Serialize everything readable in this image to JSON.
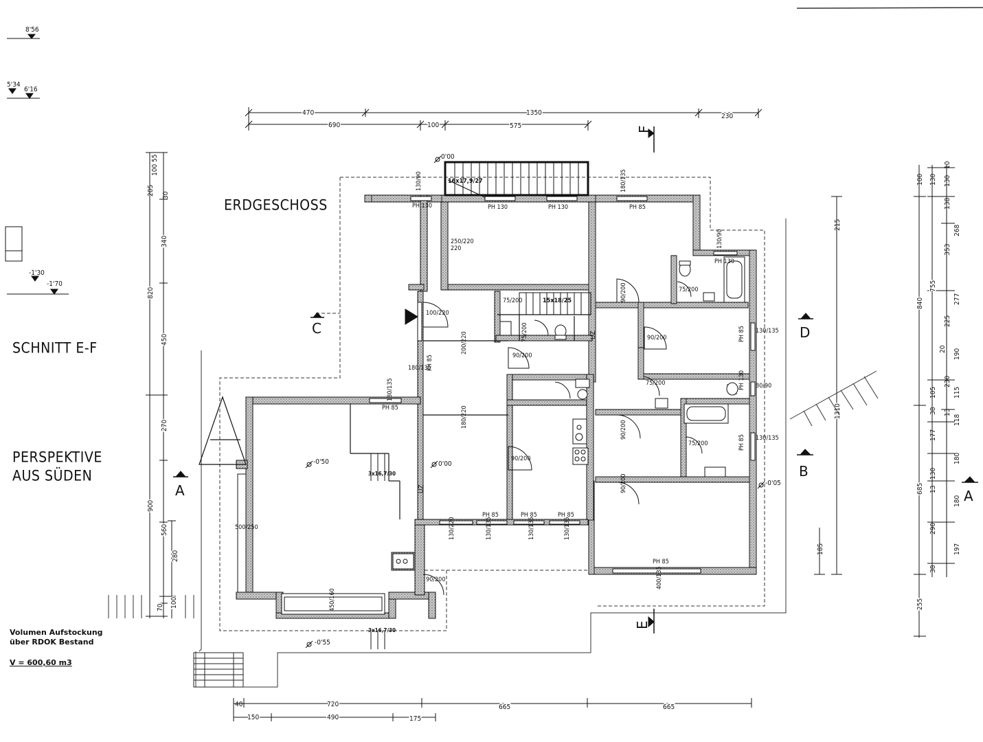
{
  "titles": {
    "floor": "ERDGESCHOSS",
    "section": "SCHNITT E-F",
    "perspective_line1": "PERSPEKTIVE",
    "perspective_line2": "AUS SÜDEN"
  },
  "volume_note": {
    "line1": "Volumen Aufstockung",
    "line2": "über RDOK Bestand",
    "value": "V = 600,60 m3"
  },
  "section_markers": {
    "a_left": "A",
    "a_right": "A",
    "b": "B",
    "c": "C",
    "d": "D",
    "e": "E",
    "f": "F"
  },
  "levels": {
    "l856": "8'56",
    "l534": "5'34",
    "l616": "6'16",
    "lm130": "-1'30",
    "lm170": "-1'70",
    "stair_top": "0'00",
    "hall": "0'00",
    "living": "-0'50",
    "terrace": "-0'55",
    "east": "-0'05"
  },
  "top_dimensions": {
    "row1": [
      "470",
      "1350",
      "230"
    ],
    "row2": [
      "690",
      "100",
      "575"
    ]
  },
  "bottom_dimensions": {
    "row1": [
      "40",
      "720",
      "665",
      "665"
    ],
    "row2": [
      "150",
      "490",
      "175"
    ]
  },
  "left_dimensions": {
    "outer": [
      "820",
      "900"
    ],
    "inner": [
      "340",
      "450",
      "270",
      "560",
      "280",
      "70",
      "100"
    ],
    "top": [
      "55",
      "100",
      "205",
      "30"
    ]
  },
  "right_dimensions": {
    "outer": [
      "840",
      "685",
      "255"
    ],
    "mid": [
      "755",
      "105",
      "38",
      "177",
      "130",
      "13",
      "290",
      "38",
      "130",
      "100",
      "130"
    ],
    "inner": [
      "10",
      "138",
      "268",
      "353",
      "277",
      "225",
      "20",
      "190",
      "230",
      "115",
      "13",
      "118",
      "180",
      "180",
      "197"
    ],
    "east_wing": [
      "215",
      "1310",
      "185"
    ]
  },
  "openings": {
    "ph130_a": "PH 130",
    "ph130_b": "PH 130",
    "ph130_c": "PH 130",
    "ph85_ne": "PH 85",
    "ph130_bath": "PH 130",
    "ph85_dining": "PH 85",
    "ph85_hall": "PH 85",
    "ph85_room_d": "PH 85",
    "ph85_ph130_e": "PH 130",
    "ph85_bath2": "PH 85",
    "ph85_s1": "PH 85",
    "ph85_s2": "PH 85",
    "ph85_s3": "PH 85",
    "ph85_se": "PH 85"
  },
  "stairs": {
    "main": "16x17,9/27",
    "inner": "15x18/25",
    "living": "3x16,7/30",
    "terrace": "3x16,7/30"
  },
  "door_sizes": [
    "130/90",
    "250/220",
    "180/135",
    "130/90",
    "75/200",
    "100/220",
    "75/200",
    "90/200",
    "200/220",
    "90/200",
    "180/135",
    "75/200",
    "90/200",
    "130/135",
    "75/200",
    "80/90",
    "180/135",
    "90/200",
    "180/220",
    "75/200",
    "130/135",
    "90/200",
    "90/200",
    "500/250",
    "130/220",
    "130/135",
    "130/135",
    "130/135",
    "90/200",
    "450/160",
    "400/135"
  ],
  "misc": {
    "uz1": "UZ",
    "uz2": "UZ"
  }
}
